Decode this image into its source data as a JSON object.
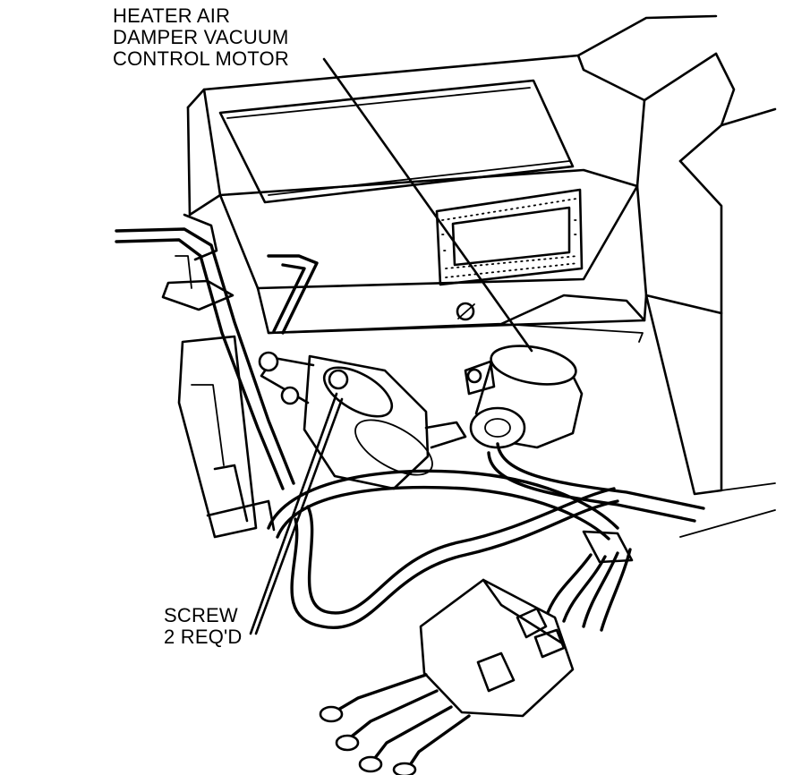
{
  "callouts": {
    "motor": {
      "lines": [
        "HEATER AIR",
        "DAMPER VACUUM",
        "CONTROL MOTOR"
      ]
    },
    "screw": {
      "lines": [
        "SCREW",
        "2 REQ'D"
      ]
    }
  },
  "colors": {
    "ink": "#000000",
    "paper": "#ffffff"
  }
}
